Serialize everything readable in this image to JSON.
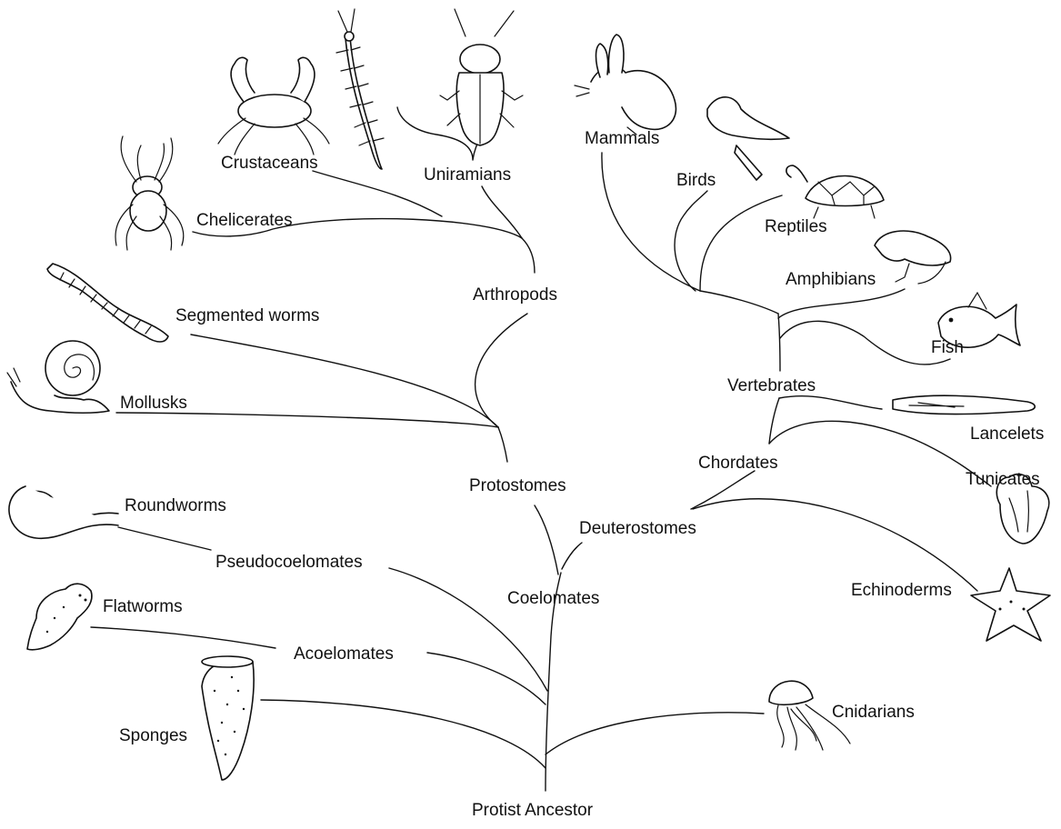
{
  "diagram": {
    "root": "Protist Ancestor",
    "groups": {
      "coelomates": "Coelomates",
      "protostomes": "Protostomes",
      "deuterostomes": "Deuterostomes",
      "arthropods": "Arthropods",
      "chordates": "Chordates",
      "vertebrates": "Vertebrates",
      "pseudocoelomates": "Pseudocoelomates",
      "acoelomates": "Acoelomates"
    },
    "taxa": {
      "sponges": "Sponges",
      "cnidarians": "Cnidarians",
      "flatworms": "Flatworms",
      "roundworms": "Roundworms",
      "mollusks": "Mollusks",
      "segmented_worms": "Segmented worms",
      "chelicerates": "Chelicerates",
      "crustaceans": "Crustaceans",
      "uniramians": "Uniramians",
      "echinoderms": "Echinoderms",
      "tunicates": "Tunicates",
      "lancelets": "Lancelets",
      "fish": "Fish",
      "amphibians": "Amphibians",
      "reptiles": "Reptiles",
      "birds": "Birds",
      "mammals": "Mammals"
    }
  }
}
